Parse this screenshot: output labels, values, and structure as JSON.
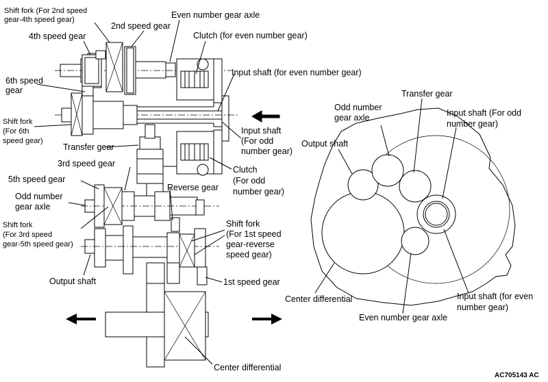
{
  "figure_code": "AC705143 AC",
  "left_labels": {
    "shift_fork_2_4": [
      "Shift fork (For 2nd speed",
      "gear-4th speed gear)"
    ],
    "fourth_gear": "4th speed gear",
    "second_gear": "2nd speed gear",
    "even_axle": "Even number gear axle",
    "clutch_even": "Clutch (for even number gear)",
    "sixth_gear": [
      "6th speed",
      "gear"
    ],
    "input_even": "Input shaft (for even number gear)",
    "shift_fork_6": [
      "Shift fork",
      "(For 6th",
      "speed gear)"
    ],
    "input_odd": [
      "Input shaft",
      "(For odd",
      "number gear)"
    ],
    "transfer_gear": "Transfer gear",
    "third_gear": "3rd speed gear",
    "clutch_odd": [
      "Clutch",
      "(For odd",
      "number gear)"
    ],
    "fifth_gear": "5th speed gear",
    "reverse_gear": "Reverse gear",
    "odd_axle": [
      "Odd number",
      "gear axle"
    ],
    "shift_fork_3_5": [
      "Shift fork",
      "(For 3rd speed",
      "gear-5th speed gear)"
    ],
    "shift_fork_1_r": [
      "Shift fork",
      "(For 1st speed",
      "gear-reverse",
      "speed gear)"
    ],
    "output_shaft": "Output shaft",
    "first_gear": "1st speed gear",
    "center_diff": "Center differential"
  },
  "right_labels": {
    "transfer_gear": "Transfer gear",
    "odd_axle": [
      "Odd number",
      "gear axle"
    ],
    "input_odd": [
      "Input shaft (For odd",
      "number gear)"
    ],
    "output_shaft": "Output shaft",
    "center_diff": "Center differential",
    "even_axle": "Even number gear axle",
    "input_even": [
      "Input shaft (for even",
      "number gear)"
    ]
  }
}
